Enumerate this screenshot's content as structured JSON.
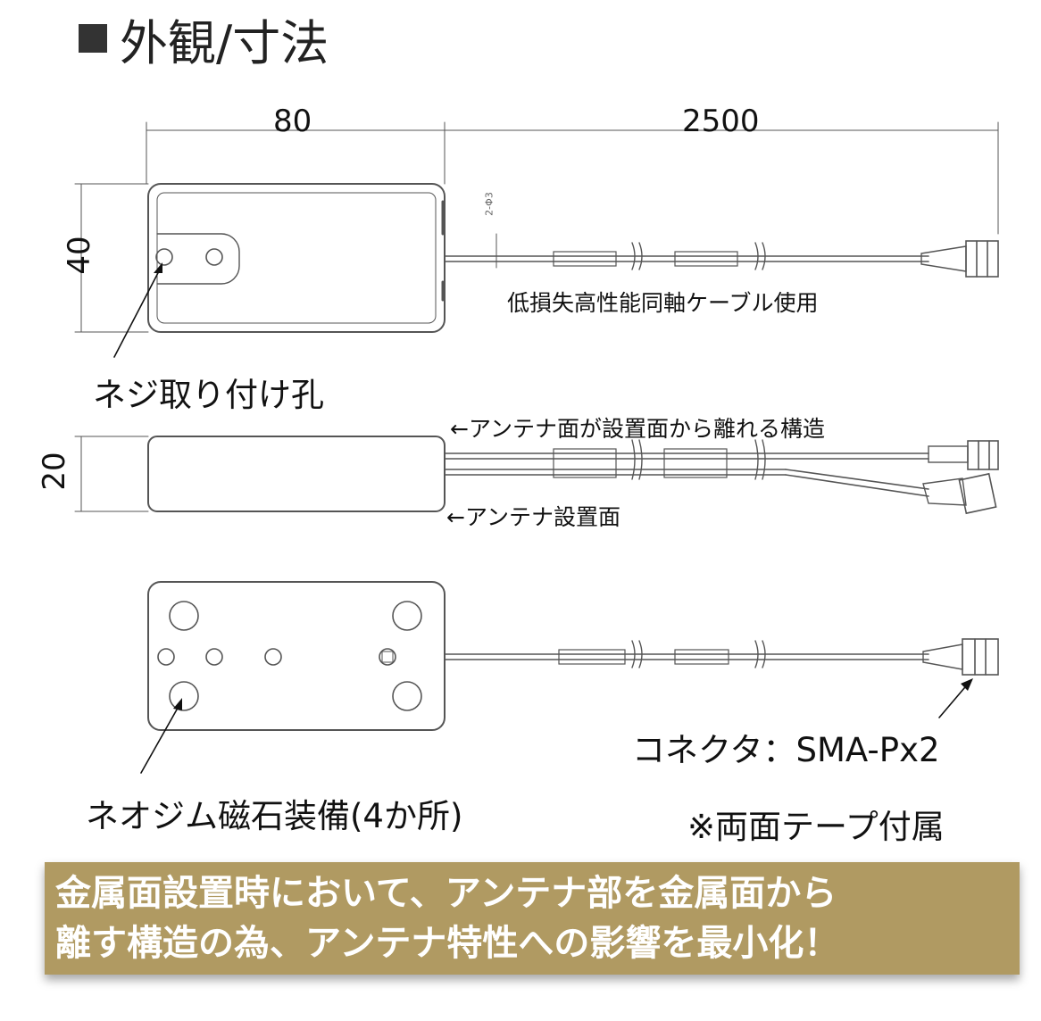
{
  "title": "外観/寸法",
  "dimensions": {
    "width": "80",
    "cable_length": "2500",
    "height": "40",
    "thickness": "20",
    "hole": "2-Φ3"
  },
  "labels": {
    "cable_type": "低損失高性能同軸ケーブル使用",
    "screw_hole": "ネジ取り付け孔",
    "raised_structure": "←アンテナ面が設置面から離れる構造",
    "mount_surface": "←アンテナ設置面",
    "connector": "コネクタ：SMA-Px2",
    "magnet": "ネオジム磁石装備(4か所)",
    "tape": "※両面テープ付属"
  },
  "banner": {
    "line1": "金属面設置時において、アンテナ部を金属面から",
    "line2": "離す構造の為、アンテナ特性への影響を最小化！"
  },
  "colors": {
    "banner_bg": "#b09a62",
    "banner_text": "#ffffff",
    "line": "#555555"
  }
}
